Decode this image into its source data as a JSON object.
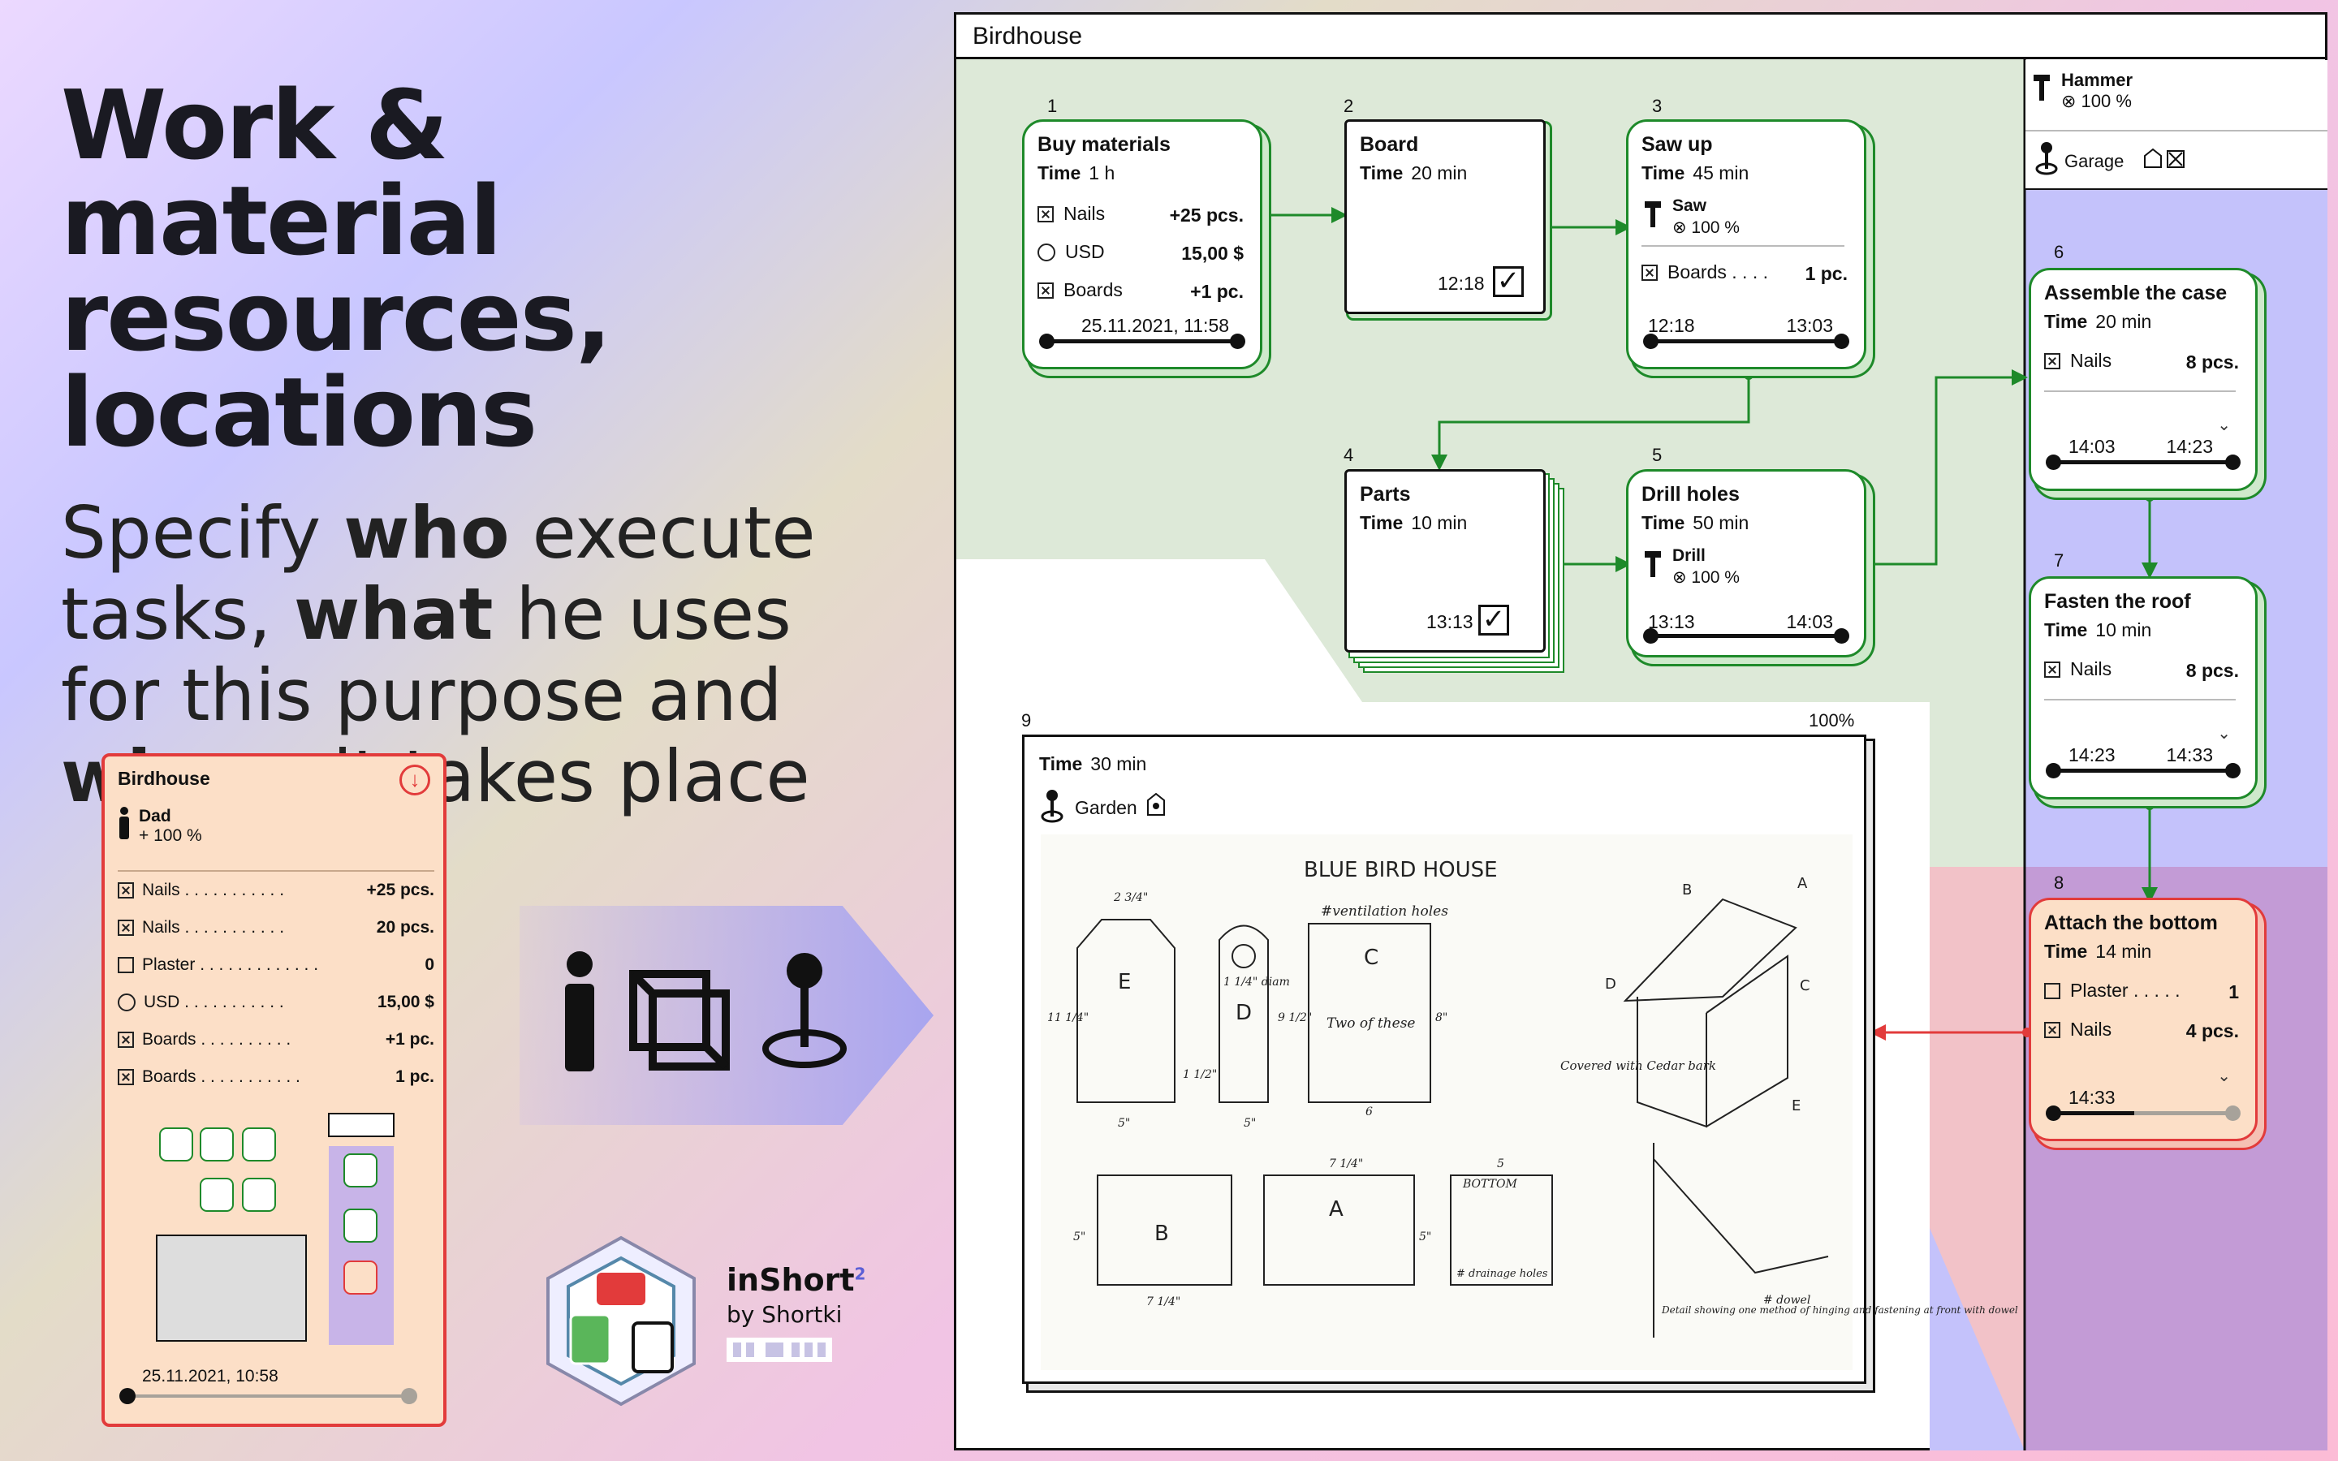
{
  "hero": {
    "title": "Work & material resources, locations",
    "sub1": "Specify ",
    "sub2": "who",
    "sub3": " execute tasks, ",
    "sub4": "what",
    "sub5": " he uses for this purpose and ",
    "sub6": "where",
    "sub7": " it takes place"
  },
  "mini": {
    "title": "Birdhouse",
    "person": "Dad",
    "percent": "+ 100 %",
    "rows": [
      {
        "label": "Nails . . . . . . . . . . .",
        "value": "+25 pcs.",
        "icon": "box-x"
      },
      {
        "label": "Nails . . . . . . . . . . .",
        "value": "20 pcs.",
        "icon": "box-x"
      },
      {
        "label": "Plaster . . . . . . . . . . . . .",
        "value": "0",
        "icon": "box"
      },
      {
        "label": "USD . . . . . . . . . . .",
        "value": "15,00 $",
        "icon": "coin"
      },
      {
        "label": "Boards . . . . . . . . . .",
        "value": "+1 pc.",
        "icon": "box-x"
      },
      {
        "label": "Boards . . . . . . . . . . .",
        "value": "1 pc.",
        "icon": "box-x"
      }
    ],
    "date": "25.11.2021, 10:58"
  },
  "brand": {
    "name": "inShort",
    "sup": "2",
    "by": "by Shortki"
  },
  "window": {
    "title": "Birdhouse"
  },
  "resources": {
    "tool": "Hammer",
    "tool_pct": "⊗ 100 %",
    "place": "Garage"
  },
  "nodes": {
    "n1": {
      "num": "1",
      "title": "Buy materials",
      "time_label": "Time",
      "time": "1 h",
      "items": [
        {
          "name": "Nails",
          "val": "+25 pcs."
        },
        {
          "name": "USD",
          "val": "15,00 $"
        },
        {
          "name": "Boards",
          "val": "+1 pc."
        }
      ],
      "date": "25.11.2021, 11:58"
    },
    "n2": {
      "num": "2",
      "title": "Board",
      "time_label": "Time",
      "time": "20 min",
      "clock": "12:18"
    },
    "n3": {
      "num": "3",
      "title": "Saw up",
      "time_label": "Time",
      "time": "45 min",
      "tool": "Saw",
      "tool_pct": "⊗ 100 %",
      "item": "Boards . . . .",
      "item_val": "1 pc.",
      "start": "12:18",
      "end": "13:03"
    },
    "n4": {
      "num": "4",
      "title": "Parts",
      "time_label": "Time",
      "time": "10 min",
      "clock": "13:13"
    },
    "n5": {
      "num": "5",
      "title": "Drill holes",
      "time_label": "Time",
      "time": "50 min",
      "tool": "Drill",
      "tool_pct": "⊗ 100 %",
      "start": "13:13",
      "end": "14:03"
    },
    "n6": {
      "num": "6",
      "title": "Assemble the case",
      "time_label": "Time",
      "time": "20 min",
      "item": "Nails",
      "item_val": "8 pcs.",
      "start": "14:03",
      "end": "14:23"
    },
    "n7": {
      "num": "7",
      "title": "Fasten the roof",
      "time_label": "Time",
      "time": "10 min",
      "item": "Nails",
      "item_val": "8 pcs.",
      "start": "14:23",
      "end": "14:33"
    },
    "n8": {
      "num": "8",
      "title": "Attach the bottom",
      "time_label": "Time",
      "time": "14 min",
      "item1": "Plaster . . . . .",
      "item1_val": "1",
      "item2": "Nails",
      "item2_val": "4 pcs.",
      "start": "14:33",
      "progress": 0.45
    },
    "n9": {
      "num": "9",
      "zoom": "100%",
      "time_label": "Time",
      "time": "30 min",
      "place": "Garden"
    }
  },
  "drawing": {
    "title": "BLUE BIRD HOUSE",
    "ventilation": "#ventilation holes",
    "two": "Two of these",
    "cedar": "Covered with Cedar bark",
    "detail": "Detail showing one method of hinging and fastening at front with dowel",
    "bottom": "BOTTOM",
    "drainage": "# drainage holes",
    "dowel": "# dowel",
    "labels": [
      "E",
      "D",
      "C",
      "B",
      "A",
      "D",
      "C",
      "E",
      "B",
      "A"
    ],
    "dims": [
      "2 3/4\"",
      "11 1/4\"",
      "1 1/2\"",
      "5\"",
      "1 1/4\" diam",
      "9 1/2\"",
      "8\"",
      "6",
      "5\"",
      "7 1/4\"",
      "5\"",
      "7 1/4\"",
      "5",
      "5\""
    ]
  },
  "colors": {
    "green": "#1e8a2a",
    "red": "#e23b3b",
    "greenbg": "#dde9d8",
    "blue": "#c4c2fb",
    "purple": "#c39bd6",
    "pink": "#f2c2c8"
  }
}
